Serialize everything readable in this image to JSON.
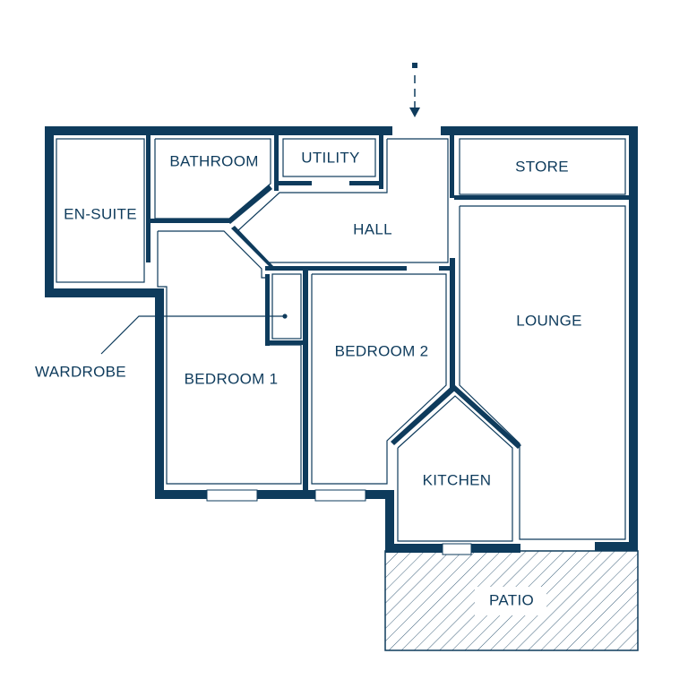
{
  "colors": {
    "wall": "#0e3b5c",
    "background": "#ffffff"
  },
  "rooms": {
    "ensuite": "EN-SUITE",
    "bathroom": "BATHROOM",
    "utility": "UTILITY",
    "hall": "HALL",
    "store": "STORE",
    "lounge": "LOUNGE",
    "bedroom1": "BEDROOM 1",
    "bedroom2": "BEDROOM 2",
    "kitchen": "KITCHEN",
    "patio": "PATIO"
  },
  "annotations": {
    "wardrobe": "WARDROBE"
  },
  "entrance": {
    "icon": "entrance-arrow-icon"
  }
}
